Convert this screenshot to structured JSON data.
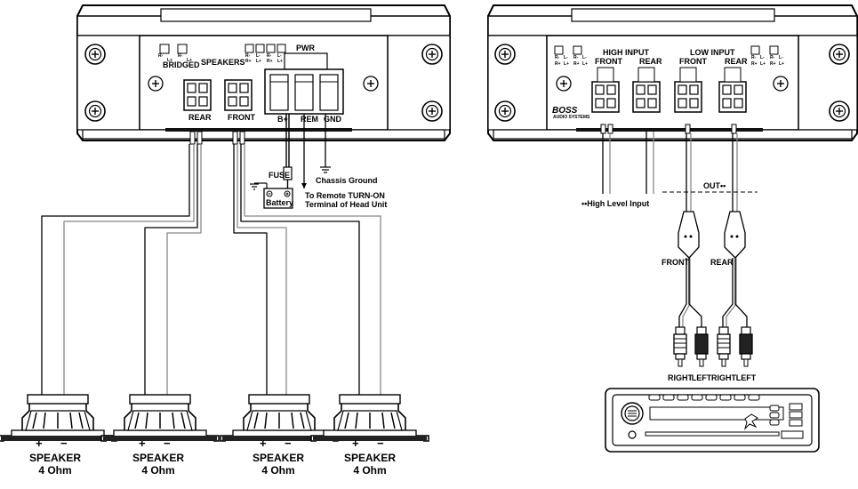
{
  "left_amp": {
    "bridged_label": "BRIDGED",
    "speakers_label": "SPEAKERS",
    "pwr_label": "PWR",
    "rear_label": "REAR",
    "front_label": "FRONT",
    "b_plus_label": "B+",
    "rem_label": "REM",
    "gnd_label": "GND",
    "mini_labels": {
      "r_minus": "R-",
      "l_plus": "L+",
      "r_plus": "R+",
      "l_minus": "L-"
    }
  },
  "power": {
    "fuse_label": "FUSE",
    "battery_label": "Battery",
    "chassis_ground_label": "Chassis Ground",
    "remote_label_line1": "To Remote TURN-ON",
    "remote_label_line2": "Terminal of Head Unit"
  },
  "speakers": [
    {
      "label": "SPEAKER",
      "ohm": "4 Ohm",
      "plus": "+",
      "minus": "−"
    },
    {
      "label": "SPEAKER",
      "ohm": "4 Ohm",
      "plus": "+",
      "minus": "−"
    },
    {
      "label": "SPEAKER",
      "ohm": "4 Ohm",
      "plus": "+",
      "minus": "−"
    },
    {
      "label": "SPEAKER",
      "ohm": "4 Ohm",
      "plus": "+",
      "minus": "−"
    }
  ],
  "right_amp": {
    "brand": "BOSS",
    "brand_sub": "AUDIO SYSTEMS",
    "high_input_label": "HIGH  INPUT",
    "low_input_label": "LOW  INPUT",
    "front_label": "FRONT",
    "rear_label": "REAR"
  },
  "head_unit": {
    "high_level_label": "••High Level Input",
    "out_label": "OUT••",
    "front_label": "FRONT",
    "rear_label": "REAR",
    "rca_labels": [
      "RIGHT",
      "LEFT",
      "RIGHT",
      "LEFT"
    ]
  }
}
